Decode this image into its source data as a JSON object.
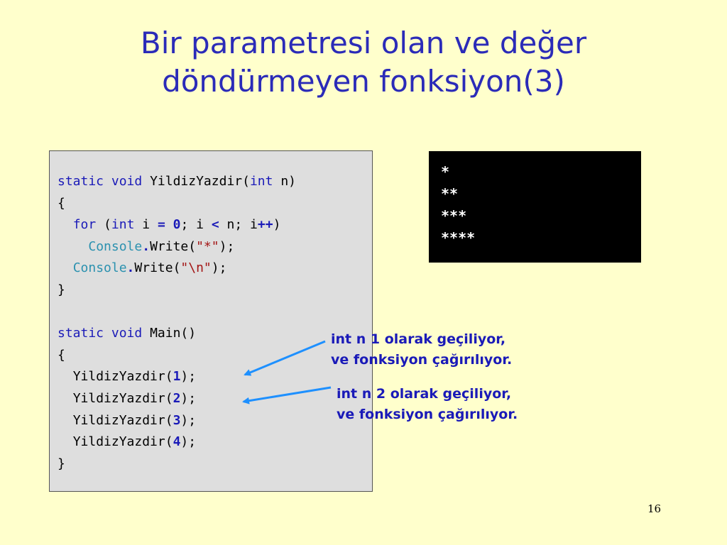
{
  "slide": {
    "title_line1": "Bir parametresi olan ve değer",
    "title_line2": "döndürmeyen fonksiyon(3)",
    "page_number": "16"
  },
  "code": {
    "line1": {
      "kw1": "static",
      "kw2": "void",
      "name": "YildizYazdir(",
      "kw3": "int",
      "rest": "n)"
    },
    "line2": "{",
    "line3": {
      "kw1": "for",
      "p1": "(",
      "kw2": "int",
      "v1": "i",
      "op1": "=",
      "num": "0",
      "p2": "; i",
      "op2": "<",
      "p3": "n; i",
      "op3": "++",
      "p4": ")"
    },
    "line4": {
      "cls": "Console",
      "dot": ".",
      "call": "Write(",
      "str": "\"*\"",
      "end": ");"
    },
    "line5": {
      "cls": "Console",
      "dot": ".",
      "call": "Write(",
      "str": "\"\\n\"",
      "end": ");"
    },
    "line6": "}",
    "line8": {
      "kw1": "static",
      "kw2": "void",
      "name": "Main()"
    },
    "line9": "{",
    "calls": [
      {
        "fn": "YildizYazdir(",
        "arg": "1",
        "end": ");"
      },
      {
        "fn": "YildizYazdir(",
        "arg": "2",
        "end": ");"
      },
      {
        "fn": "YildizYazdir(",
        "arg": "3",
        "end": ");"
      },
      {
        "fn": "YildizYazdir(",
        "arg": "4",
        "end": ");"
      }
    ],
    "line14": "}"
  },
  "console_output": [
    "*",
    "**",
    "***",
    "****"
  ],
  "notes": {
    "note1_line1": "int n 1 olarak geçiliyor,",
    "note1_line2": "ve fonksiyon çağırılıyor.",
    "note2_line1": "int n 2 olarak geçiliyor,",
    "note2_line2": "ve fonksiyon çağırılıyor."
  },
  "colors": {
    "background": "#ffffcc",
    "title": "#2b2bb8",
    "keyword": "#1a1ab8",
    "class": "#2b91af",
    "string": "#a31515",
    "arrow": "#1e90ff"
  }
}
